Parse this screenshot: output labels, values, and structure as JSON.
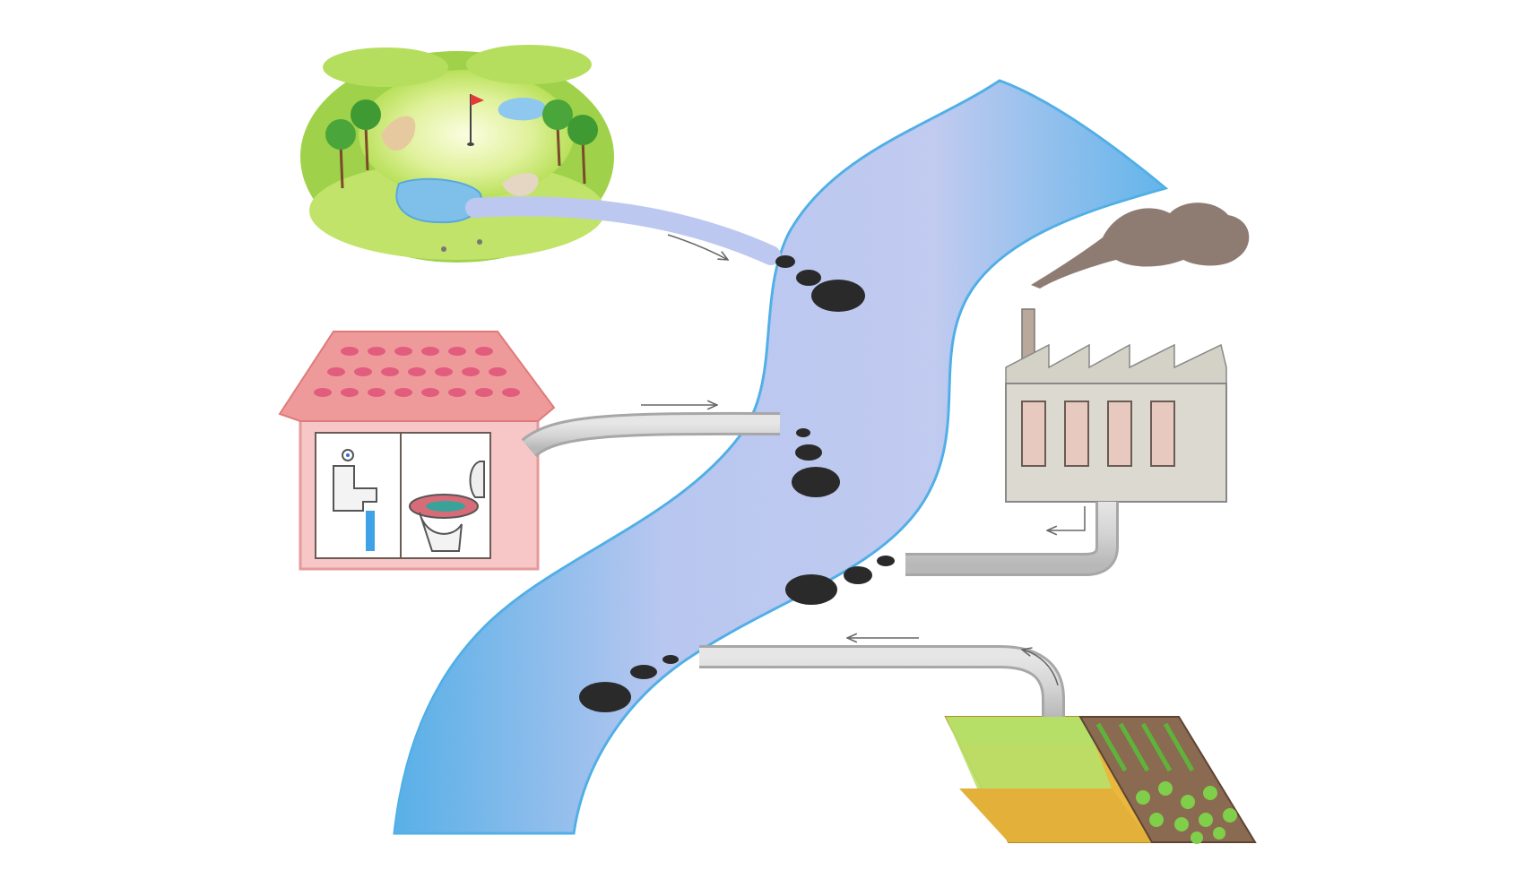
{
  "colors": {
    "background": "#ffffff",
    "river": "#5bb8ec",
    "river_light": "#c9d2f2",
    "pipe": "#cfcfcf",
    "pipe_edge": "#a9a9a9",
    "pollution": "#2a2a2a",
    "roof": "#ee8a8a",
    "roof_tile": "#e0527a",
    "house_wall": "#f7c7c7",
    "factory": "#d9d7cd",
    "factory_window": "#e8c9c0",
    "smoke": "#6e5a4e",
    "golf_grass": "#a8d84a",
    "golf_pond": "#7fc0ea",
    "golf_sand": "#e7c9a0",
    "farm_green": "#9bd246",
    "farm_yellow": "#e9b83c",
    "farm_soil": "#8b6a52",
    "arrow": "#666666"
  },
  "sources": [
    {
      "name": "golf-course",
      "icon": "golf-course-icon"
    },
    {
      "name": "house",
      "icon": "house-icon"
    },
    {
      "name": "factory",
      "icon": "factory-icon"
    },
    {
      "name": "farm",
      "icon": "farm-field-icon"
    }
  ],
  "flow_direction": "into-river"
}
